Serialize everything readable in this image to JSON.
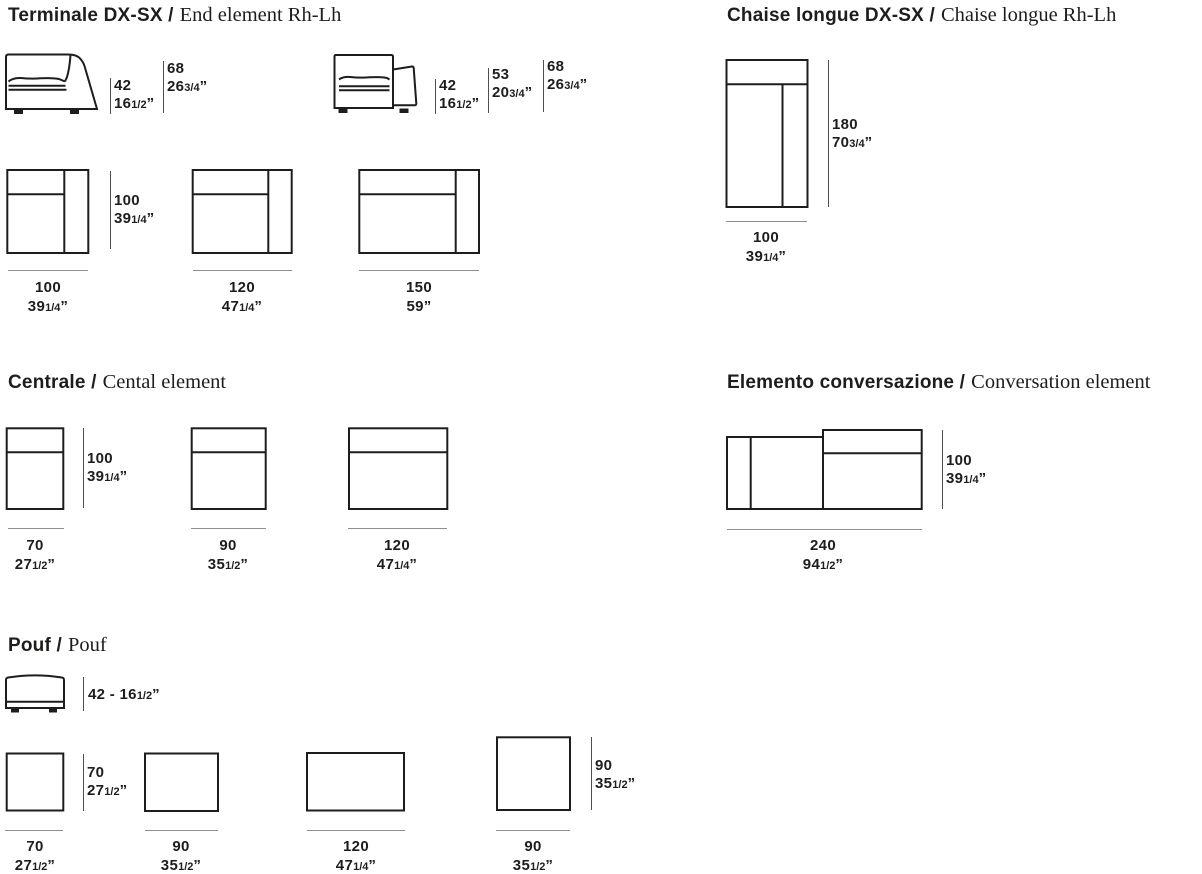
{
  "page": {
    "background": "#ffffff",
    "ink": "#1d1d1b",
    "dim_line_gray": "#8f8f8f",
    "dim_line_dark": "#4f4f4f"
  },
  "terminale": {
    "title_it": "Terminale DX-SX /",
    "title_en": "End element Rh-Lh",
    "side_a": {
      "seat_height": {
        "cm": "42",
        "in_main": "16",
        "in_frac": "1/2",
        "in_mark": "”"
      },
      "back_height": {
        "cm": "68",
        "in_main": "26",
        "in_frac": "3/4",
        "in_mark": "”"
      }
    },
    "side_b": {
      "seat_height": {
        "cm": "42",
        "in_main": "16",
        "in_frac": "1/2",
        "in_mark": "”"
      },
      "arm_height": {
        "cm": "53",
        "in_main": "20",
        "in_frac": "3/4",
        "in_mark": "”"
      },
      "back_height": {
        "cm": "68",
        "in_main": "26",
        "in_frac": "3/4",
        "in_mark": "”"
      }
    },
    "depth": {
      "cm": "100",
      "in_main": "39",
      "in_frac": "1/4",
      "in_mark": "”"
    },
    "widths": [
      {
        "cm": "100",
        "in_main": "39",
        "in_frac": "1/4",
        "in_mark": "”"
      },
      {
        "cm": "120",
        "in_main": "47",
        "in_frac": "1/4",
        "in_mark": "”"
      },
      {
        "cm": "150",
        "in_main": "59",
        "in_frac": "",
        "in_mark": "”"
      }
    ]
  },
  "chaise": {
    "title_it": "Chaise longue DX-SX /",
    "title_en": "Chaise longue Rh-Lh",
    "length": {
      "cm": "180",
      "in_main": "70",
      "in_frac": "3/4",
      "in_mark": "”"
    },
    "width": {
      "cm": "100",
      "in_main": "39",
      "in_frac": "1/4",
      "in_mark": "”"
    }
  },
  "centrale": {
    "title_it": "Centrale /",
    "title_en": "Cental element",
    "depth": {
      "cm": "100",
      "in_main": "39",
      "in_frac": "1/4",
      "in_mark": "”"
    },
    "widths": [
      {
        "cm": "70",
        "in_main": "27",
        "in_frac": "1/2",
        "in_mark": "”"
      },
      {
        "cm": "90",
        "in_main": "35",
        "in_frac": "1/2",
        "in_mark": "”"
      },
      {
        "cm": "120",
        "in_main": "47",
        "in_frac": "1/4",
        "in_mark": "”"
      }
    ]
  },
  "conversazione": {
    "title_it": "Elemento conversazione /",
    "title_en": "Conversation element",
    "depth": {
      "cm": "100",
      "in_main": "39",
      "in_frac": "1/4",
      "in_mark": "”"
    },
    "width": {
      "cm": "240",
      "in_main": "94",
      "in_frac": "1/2",
      "in_mark": "”"
    }
  },
  "pouf": {
    "title_it": "Pouf /",
    "title_en": "Pouf",
    "height_label": {
      "pre": "42 - 16",
      "frac": "1/2",
      "mark": "”"
    },
    "depth_70": {
      "cm": "70",
      "in_main": "27",
      "in_frac": "1/2",
      "in_mark": "”"
    },
    "depth_90": {
      "cm": "90",
      "in_main": "35",
      "in_frac": "1/2",
      "in_mark": "”"
    },
    "widths": [
      {
        "cm": "70",
        "in_main": "27",
        "in_frac": "1/2",
        "in_mark": "”"
      },
      {
        "cm": "90",
        "in_main": "35",
        "in_frac": "1/2",
        "in_mark": "”"
      },
      {
        "cm": "120",
        "in_main": "47",
        "in_frac": "1/4",
        "in_mark": "”"
      },
      {
        "cm": "90",
        "in_main": "35",
        "in_frac": "1/2",
        "in_mark": "”"
      }
    ]
  }
}
